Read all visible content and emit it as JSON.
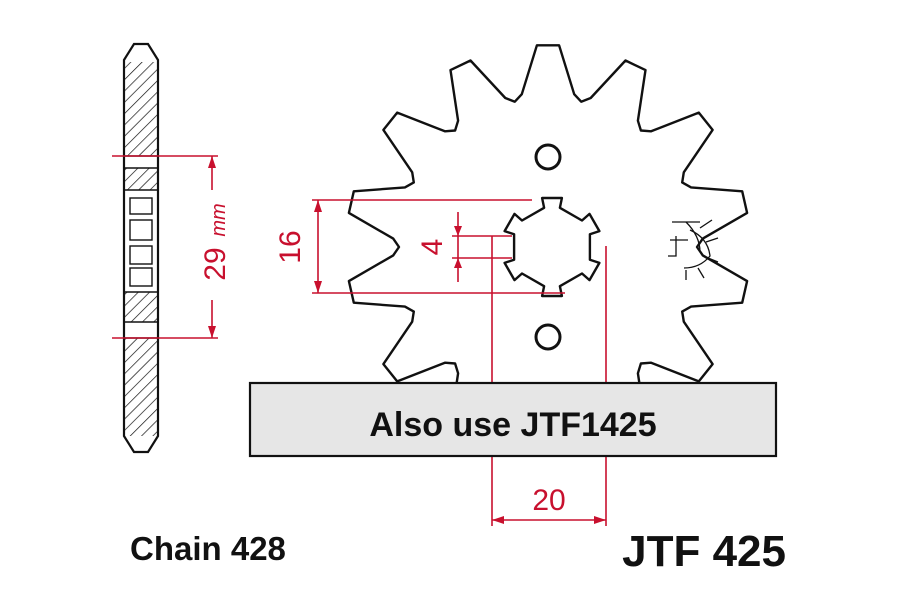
{
  "colors": {
    "dimension": "#c8102e",
    "outline": "#111111",
    "hatch": "#111111",
    "box_fill": "#e6e6e6",
    "background": "#ffffff"
  },
  "labels": {
    "banner": "Also use JTF1425",
    "chain": "Chain 428",
    "part_number": "JTF 425"
  },
  "dimensions": {
    "width": {
      "value": "29",
      "unit": "mm"
    },
    "spline_outer": "16",
    "spline_tooth": "4",
    "offset": "20"
  },
  "sprocket": {
    "teeth": 14
  },
  "icons": [
    "sprocket-side-section-icon",
    "sprocket-face-icon",
    "rotation-direction-icon"
  ]
}
